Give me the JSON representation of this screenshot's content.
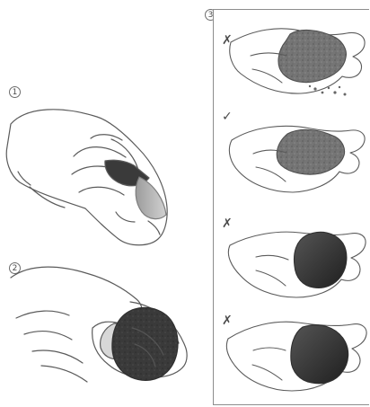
{
  "steps": {
    "step1": "1",
    "step2": "2",
    "step3": "3"
  },
  "marks": {
    "row1": "✗",
    "row2": "✓",
    "row3": "✗",
    "row4": "✗"
  },
  "colors": {
    "line": "#5b5b5b",
    "sand": "#6e6e6e",
    "dark": "#2f2f2f",
    "accent": "#8b8b8b"
  }
}
